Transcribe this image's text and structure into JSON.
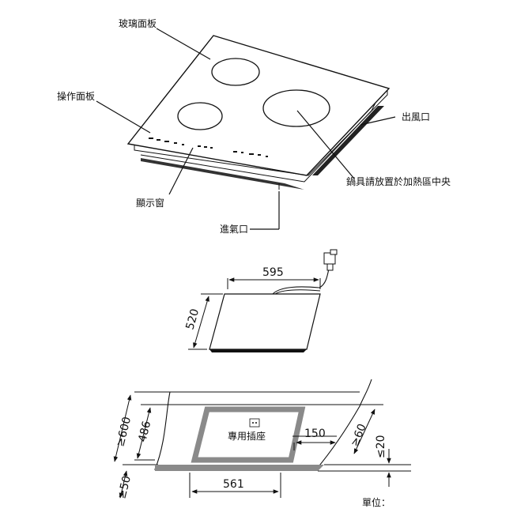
{
  "top_diagram": {
    "labels": {
      "glass_panel": "玻璃面板",
      "control_panel": "操作面板",
      "air_outlet": "出風口",
      "cookware_note": "鍋具請放置於加熱區中央",
      "display_window": "顯示窗",
      "air_inlet": "進氣口"
    }
  },
  "install_diagram": {
    "hob_width": "595",
    "hob_depth": "520",
    "counter_depth_min": "≥600",
    "cutout_depth": "486",
    "cutout_width": "561",
    "edge_gap_min": "≥50",
    "right_gap_min": "≥60",
    "socket_offset": "150",
    "thickness_min": "≤20",
    "socket_label": "專用插座",
    "unit_label": "單位："
  },
  "colors": {
    "line": "#111111",
    "cutout_fill": "#8a8a8a"
  }
}
